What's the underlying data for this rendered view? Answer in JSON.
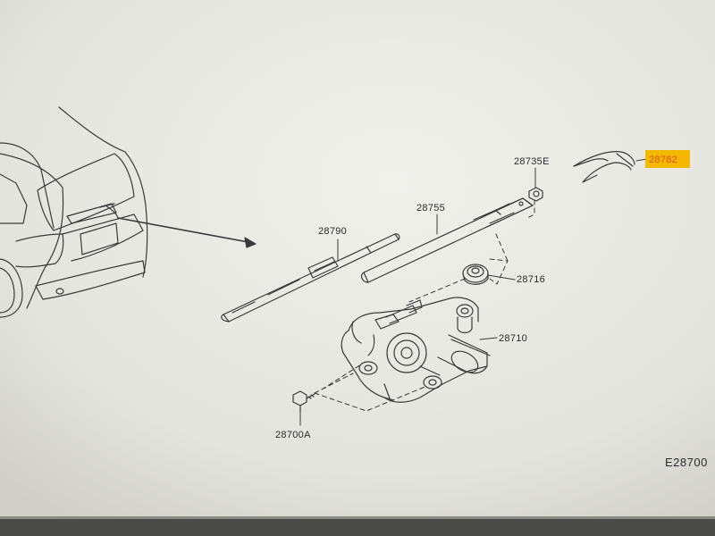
{
  "diagram": {
    "labels": {
      "wiper_blade": "28790",
      "wiper_arm": "28755",
      "arm_nut": "28735E",
      "arm_cap": "28782",
      "seal": "28716",
      "wiper_motor": "28710",
      "bolt": "28700A",
      "drawing_code": "E28700"
    },
    "colors": {
      "paper": "#e9e9e3",
      "ink": "#3a3a3a",
      "highlight": "#f5b800",
      "highlight_text": "#d9501a"
    }
  }
}
